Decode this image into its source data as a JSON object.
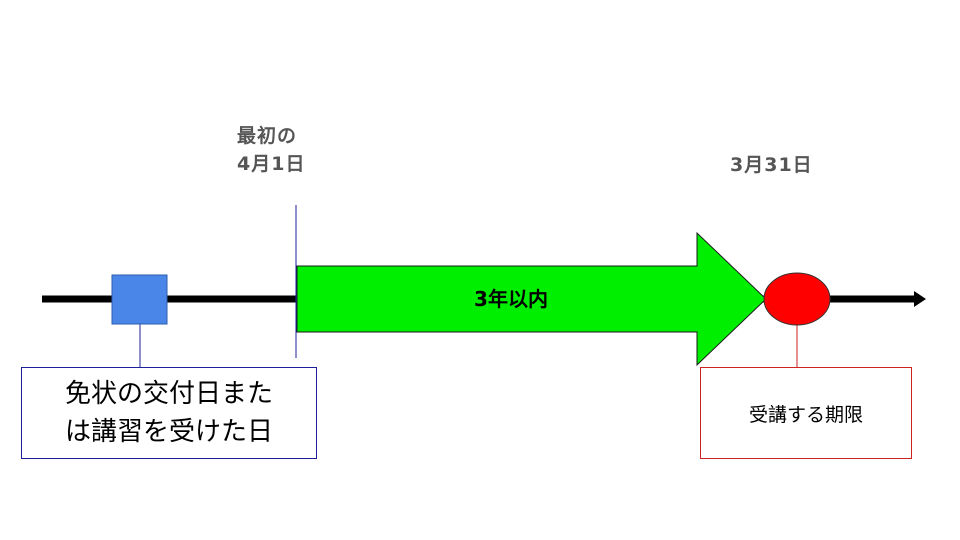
{
  "labels": {
    "start_line1": "最初の",
    "start_line2": "4月1日",
    "end_date": "3月31日",
    "period": "3年以内",
    "origin_line1": "免状の交付日また",
    "origin_line2": "は講習を受けた日",
    "deadline": "受講する期限"
  },
  "colors": {
    "timeline": "#000000",
    "origin_marker": "#4a86e8",
    "period_arrow": "#00ee00",
    "deadline_marker": "#ff0000",
    "origin_box_border": "#1f1f9a",
    "deadline_box_border": "#cc2222"
  },
  "icons": {
    "origin_marker": "blue-square",
    "deadline_marker": "red-ellipse",
    "timeline_end": "arrowhead-right"
  }
}
